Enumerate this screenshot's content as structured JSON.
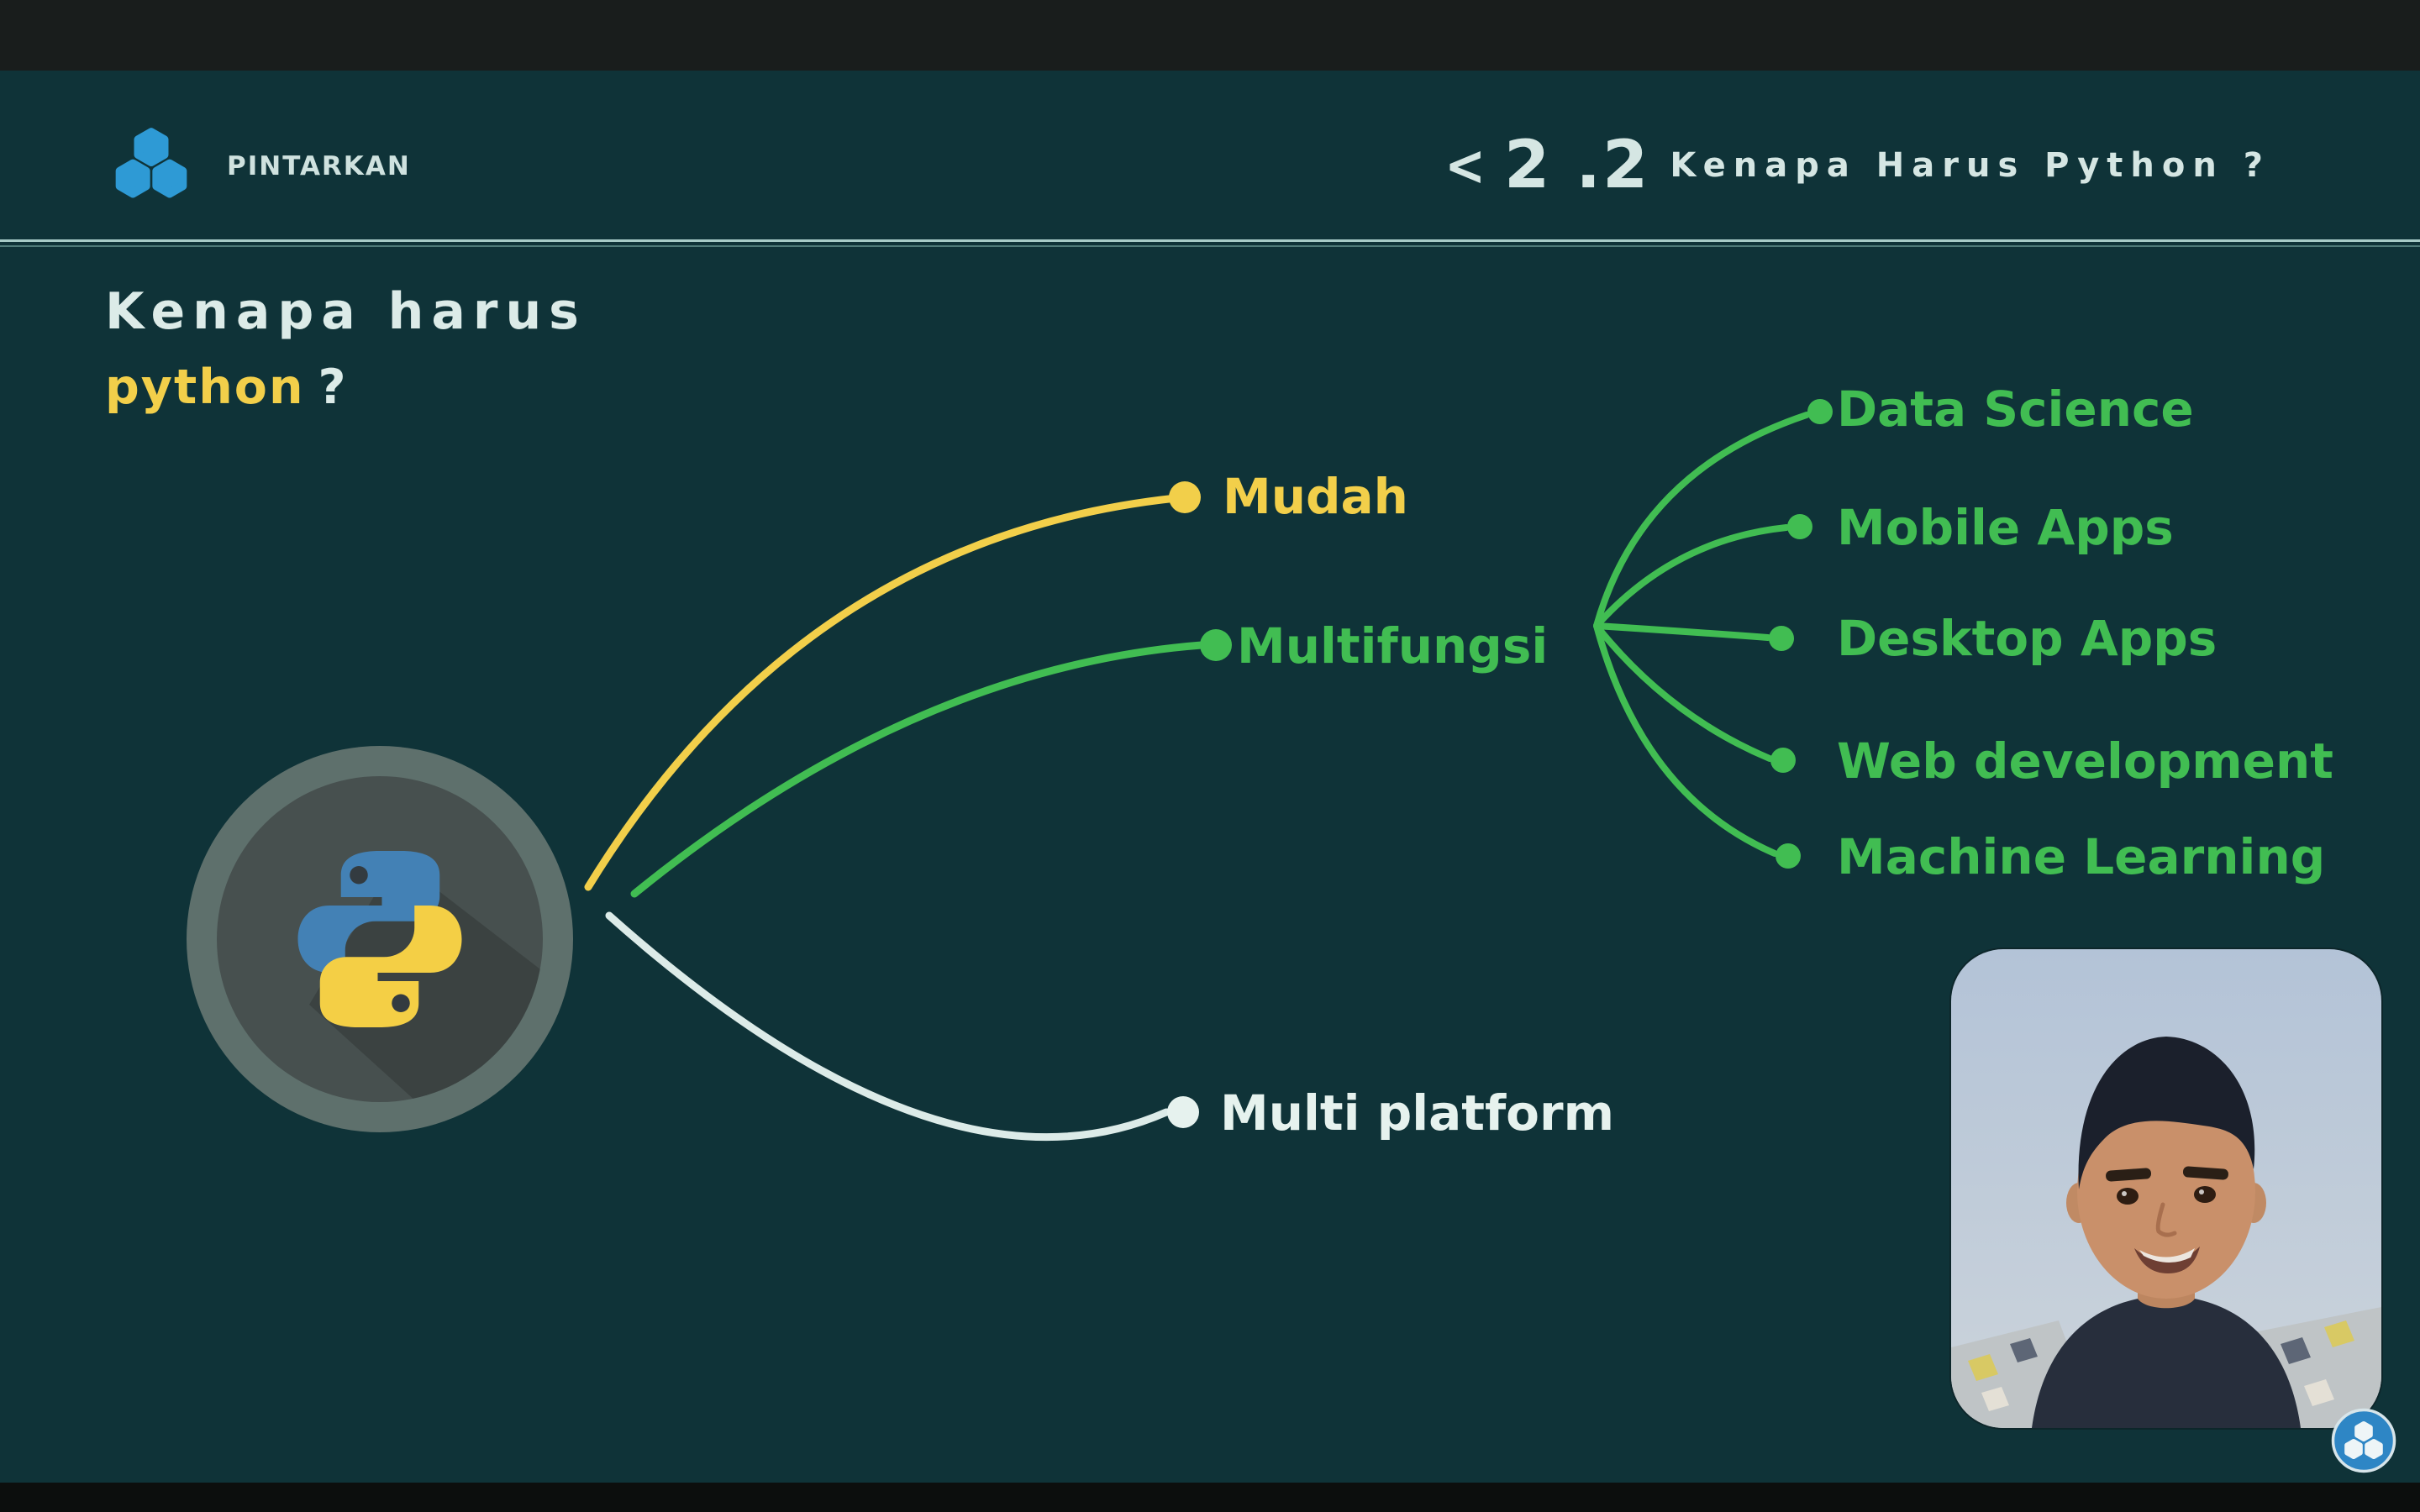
{
  "header": {
    "brand": {
      "icon": "pintarkan-cluster-icon",
      "name": "PINTARKAN"
    },
    "lesson": {
      "back_glyph": "<",
      "number": "2 .2",
      "title": "Kenapa Harus Python ?"
    }
  },
  "slide": {
    "heading": {
      "line1": "Kenapa harus",
      "highlight": "python",
      "suffix": "?"
    },
    "mindmap": {
      "root_icon": "python-logo-badge",
      "branches": [
        {
          "id": "mudah",
          "label": "Mudah",
          "color": "#f2cf4a"
        },
        {
          "id": "multifungsi",
          "label": "Multifungsi",
          "color": "#41bd52",
          "children": [
            "Data Science",
            "Mobile Apps",
            "Desktop Apps",
            "Web development",
            "Machine Learning"
          ]
        },
        {
          "id": "multi-platform",
          "label": "Multi platform",
          "color": "#e6f2ee"
        }
      ]
    }
  },
  "webcam": {
    "description": "presenter facecam video"
  },
  "footer": {
    "icon": "pintarkan-cluster-icon"
  },
  "colors": {
    "background": "#0f3338",
    "letterbox": "#191d1c",
    "header_text": "#d5e6e3",
    "divider": "#a7cbc7",
    "accent_yellow": "#f2cf4a",
    "accent_green": "#41bd52",
    "accent_white": "#e6f2ee",
    "brand_blue": "#2e9ad5",
    "python_blue": "#4381b5",
    "python_yellow": "#f4cf45"
  }
}
